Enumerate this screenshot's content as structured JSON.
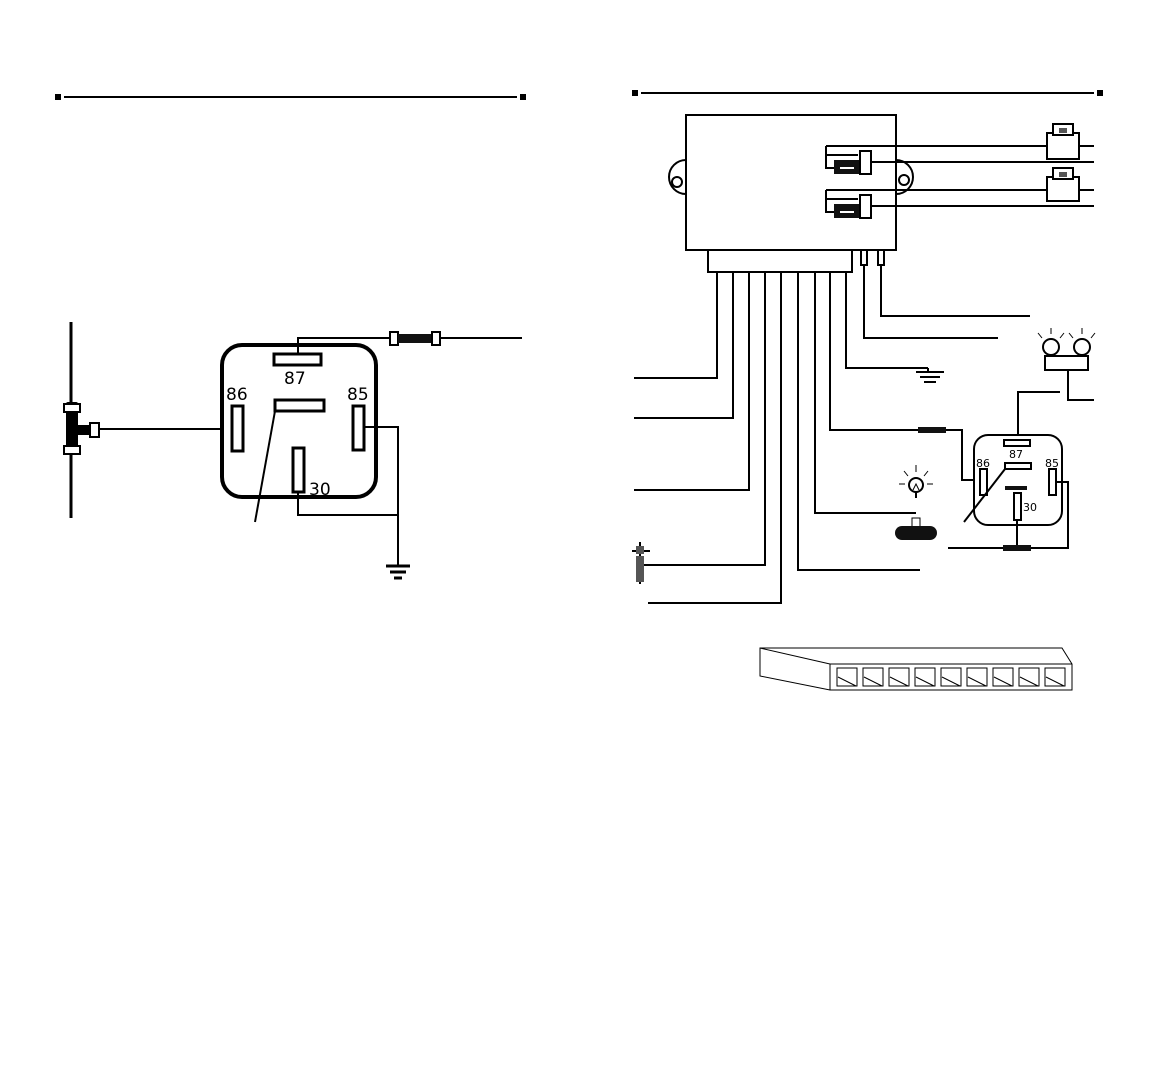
{
  "relay_left": {
    "pins": {
      "p87": "87",
      "p86": "86",
      "p85": "85",
      "p30": "30"
    }
  },
  "relay_right": {
    "pins": {
      "p87": "87",
      "p86": "86",
      "p85": "85",
      "p30": "30"
    }
  },
  "colors": {
    "line": "#000000",
    "background": "#ffffff",
    "fill_dark": "#111111",
    "fill_grey": "#555555"
  },
  "icons": [
    "relay-icon",
    "ground-icon",
    "lamp-icon",
    "fuse-icon",
    "t-connector-icon",
    "control-unit-icon",
    "door-switch-icon",
    "push-button-icon",
    "probe-icon",
    "connector-strip-icon"
  ]
}
